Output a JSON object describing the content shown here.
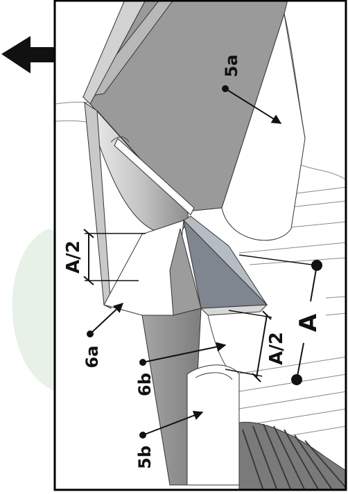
{
  "diagram": {
    "labels": {
      "l5a": "5a",
      "l6a": "6a",
      "l6b": "6b",
      "l5b": "5b",
      "dimA": "A",
      "dimHalfTop": "A/2",
      "dimHalfBottom": "A/2"
    },
    "colors": {
      "ink": "#111111",
      "faceDark": "#9a9a9a",
      "faceMid": "#b4b4b4",
      "faceLight": "#d2d2d2",
      "blueGray": "#7f8690",
      "watermark": "#e4efe6"
    }
  }
}
